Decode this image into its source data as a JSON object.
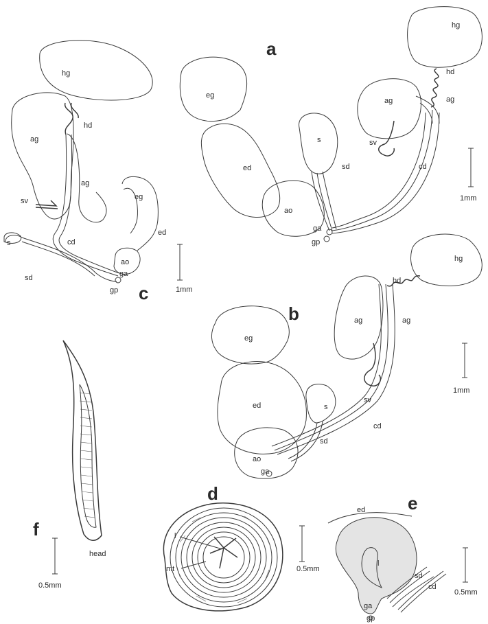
{
  "panels": {
    "a": "a",
    "b": "b",
    "c": "c",
    "d": "d",
    "e": "e",
    "f": "f"
  },
  "labels": {
    "hg": "hg",
    "hd": "hd",
    "ag": "ag",
    "sv": "sv",
    "cd": "cd",
    "sd": "sd",
    "s": "s",
    "eg": "eg",
    "ed": "ed",
    "ao": "ao",
    "ga": "ga",
    "gp": "gp",
    "l": "l",
    "mt": "mt",
    "head": "head"
  },
  "scales": {
    "a": "1mm",
    "b": "1mm",
    "c": "1mm",
    "d": "0.5mm",
    "e": "0.5mm",
    "f": "0.5mm"
  }
}
